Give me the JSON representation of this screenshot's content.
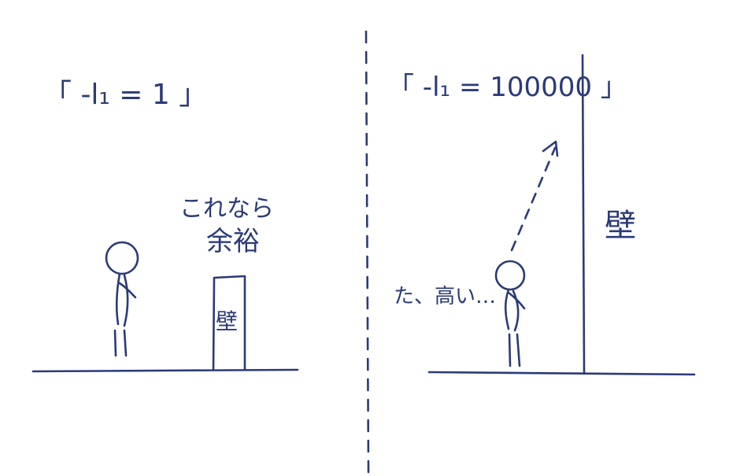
{
  "colors": {
    "ink": "#2b3a78",
    "paper": "#ffffff"
  },
  "left_panel": {
    "formula": "「 -l₁ = 1 」",
    "comment_line1": "これなら",
    "comment_line2": "余裕",
    "wall_label": "壁"
  },
  "right_panel": {
    "formula": "「 -l₁ = 100000 」",
    "speech": "た、高い…",
    "wall_label": "壁"
  }
}
